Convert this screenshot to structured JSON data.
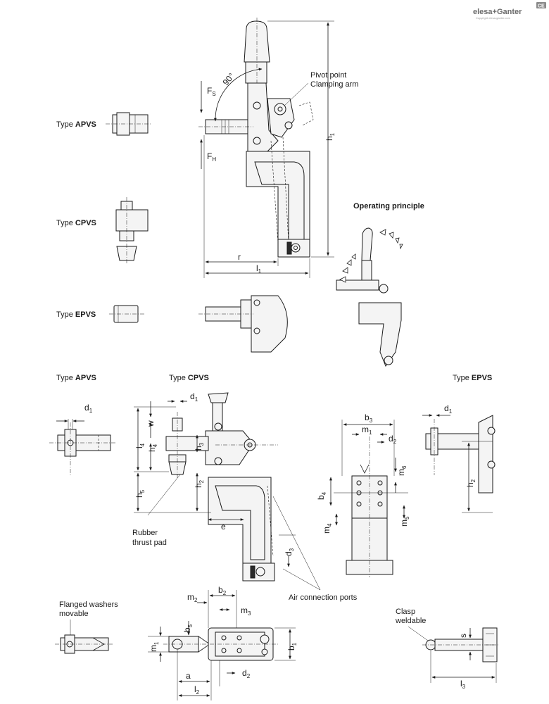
{
  "brand": {
    "name": "elesa+Ganter",
    "copyright": "Copyright elesa-ganter.com",
    "badge": "CE"
  },
  "type_labels": {
    "prefix": "Type",
    "apvs": "APVS",
    "cpvs": "CPVS",
    "epvs": "EPVS"
  },
  "callouts": {
    "pivot_point": "Pivot point",
    "clamping_arm": "Clamping arm",
    "operating_principle": "Operating principle",
    "rubber": "Rubber",
    "thrust_pad": "thrust pad",
    "air_ports": "Air connection ports",
    "flanged_washers": "Flanged washers",
    "movable": "movable",
    "clasp": "Clasp",
    "weldable": "weldable",
    "angle": "90°"
  },
  "forces": {
    "fs": {
      "main": "F",
      "sub": "S"
    },
    "fh": {
      "main": "F",
      "sub": "H"
    }
  },
  "dimensions": {
    "h1": {
      "main": "h",
      "sub": "1"
    },
    "r": {
      "main": "r",
      "sub": ""
    },
    "l1": {
      "main": "l",
      "sub": "1"
    },
    "d1": {
      "main": "d",
      "sub": "1"
    },
    "w": {
      "main": "w",
      "sub": ""
    },
    "l4": {
      "main": "l",
      "sub": "4"
    },
    "h4": {
      "main": "h",
      "sub": "4"
    },
    "h3": {
      "main": "h",
      "sub": "3"
    },
    "h5": {
      "main": "h",
      "sub": "5"
    },
    "h2": {
      "main": "h",
      "sub": "2"
    },
    "e": {
      "main": "e",
      "sub": ""
    },
    "d3": {
      "main": "d",
      "sub": "3"
    },
    "b3": {
      "main": "b",
      "sub": "3"
    },
    "m1": {
      "main": "m",
      "sub": "1"
    },
    "d2": {
      "main": "d",
      "sub": "2"
    },
    "m6": {
      "main": "m",
      "sub": "6"
    },
    "b4": {
      "main": "b",
      "sub": "4"
    },
    "m4": {
      "main": "m",
      "sub": "4"
    },
    "m5": {
      "main": "m",
      "sub": "5"
    },
    "m2": {
      "main": "m",
      "sub": "2"
    },
    "b2": {
      "main": "b",
      "sub": "2"
    },
    "m3": {
      "main": "m",
      "sub": "3"
    },
    "b5": {
      "main": "b",
      "sub": "5"
    },
    "b1": {
      "main": "b",
      "sub": "1"
    },
    "a": {
      "main": "a",
      "sub": ""
    },
    "l2": {
      "main": "l",
      "sub": "2"
    },
    "s": {
      "main": "s",
      "sub": ""
    },
    "l3": {
      "main": "l",
      "sub": "3"
    }
  }
}
